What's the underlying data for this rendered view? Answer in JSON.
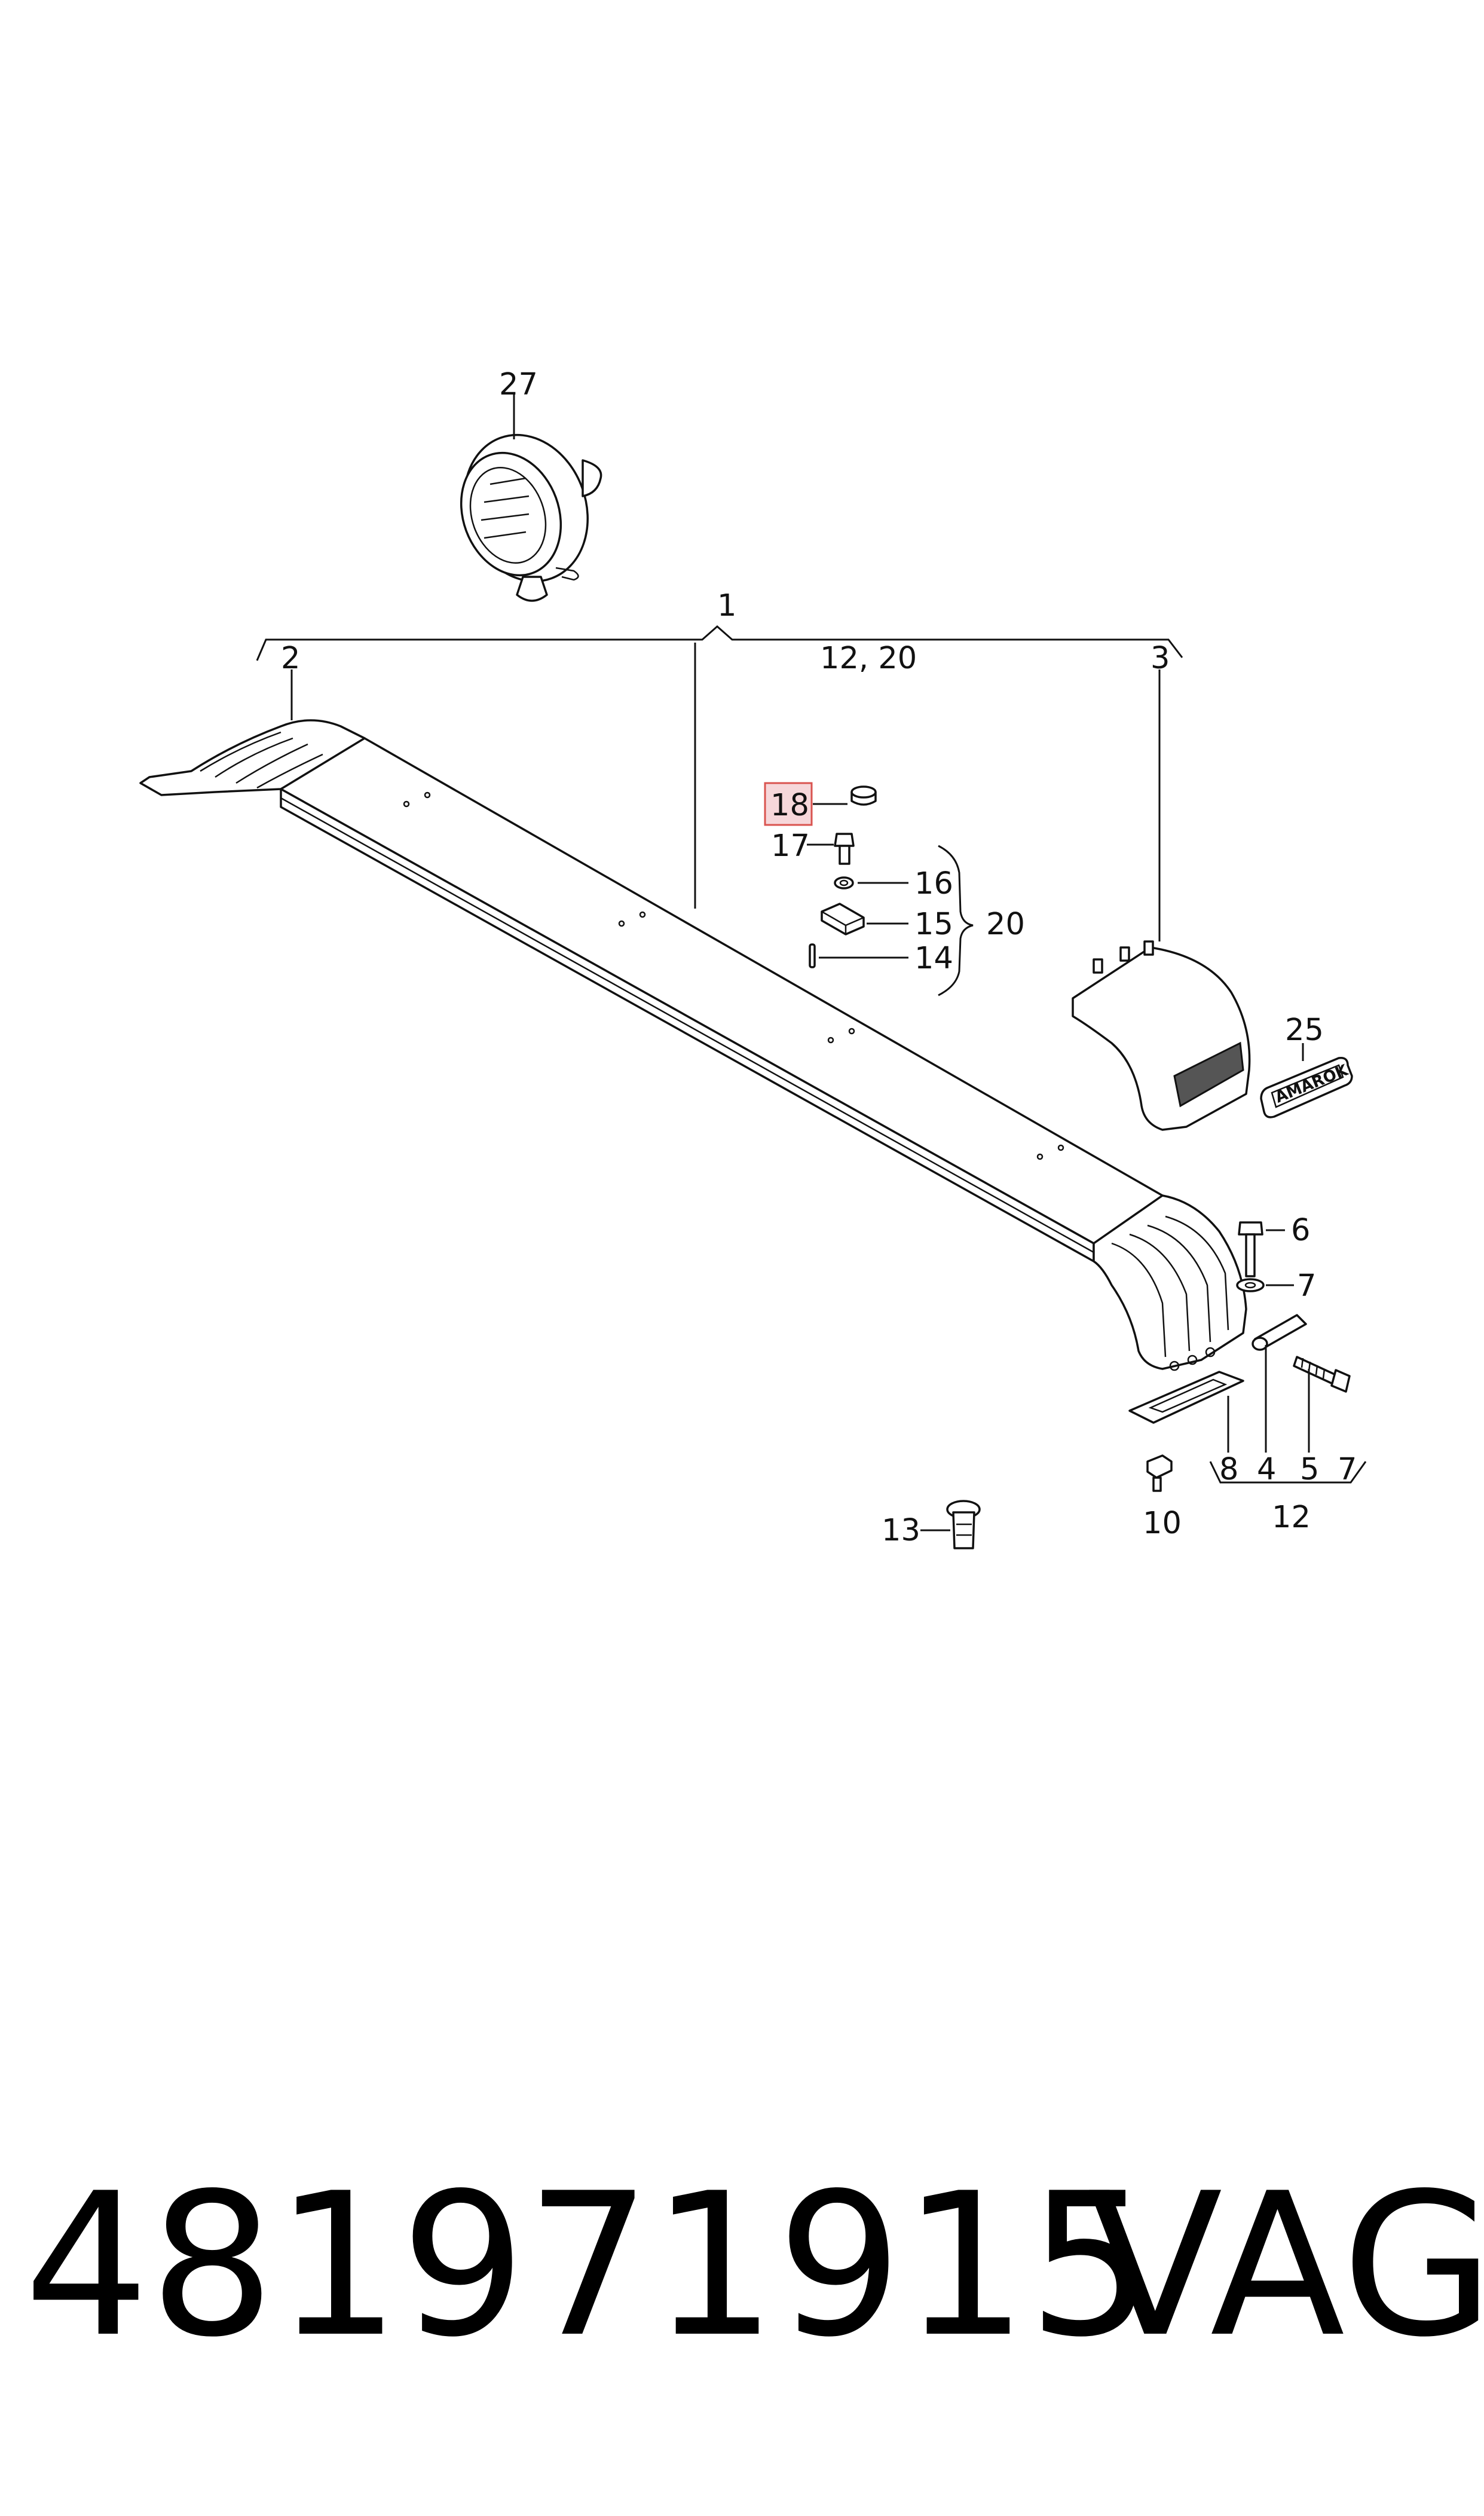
{
  "callouts": {
    "c1": "1",
    "c2": "2",
    "c3": "3",
    "c4": "4",
    "c5": "5",
    "c6": "6",
    "c7a": "7",
    "c7b": "7",
    "c8": "8",
    "c10": "10",
    "c12": "12",
    "c12_20": "12, 20",
    "c13": "13",
    "c14": "14",
    "c15": "15",
    "c16": "16",
    "c17": "17",
    "c18": "18",
    "c20": "20",
    "c25": "25",
    "c27": "27"
  },
  "badge_text": "AMAROK",
  "footer": {
    "part_number": "481971915",
    "brand": "VAG"
  },
  "colors": {
    "highlight_fill": "#f6d7da",
    "highlight_stroke": "#d9534f",
    "ink": "#111111"
  }
}
